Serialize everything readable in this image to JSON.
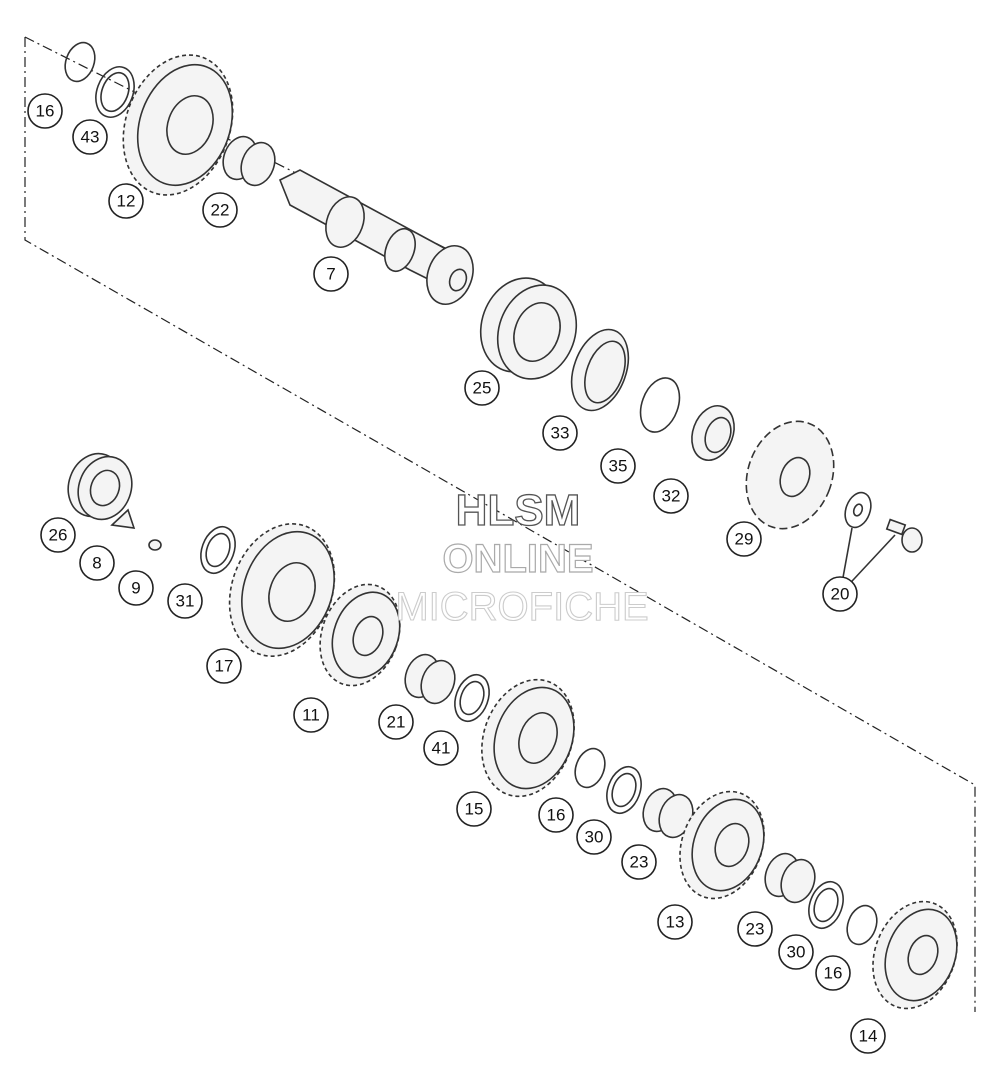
{
  "watermark": {
    "line1": "HLSM",
    "line2": "ONLINE",
    "line3": "MICROFICHE"
  },
  "callouts": [
    {
      "id": "c16a",
      "label": "16"
    },
    {
      "id": "c43",
      "label": "43"
    },
    {
      "id": "c12",
      "label": "12"
    },
    {
      "id": "c22",
      "label": "22"
    },
    {
      "id": "c7",
      "label": "7"
    },
    {
      "id": "c25",
      "label": "25"
    },
    {
      "id": "c33",
      "label": "33"
    },
    {
      "id": "c35",
      "label": "35"
    },
    {
      "id": "c32",
      "label": "32"
    },
    {
      "id": "c29",
      "label": "29"
    },
    {
      "id": "c20",
      "label": "20"
    },
    {
      "id": "c26",
      "label": "26"
    },
    {
      "id": "c8",
      "label": "8"
    },
    {
      "id": "c9",
      "label": "9"
    },
    {
      "id": "c31",
      "label": "31"
    },
    {
      "id": "c17",
      "label": "17"
    },
    {
      "id": "c11",
      "label": "11"
    },
    {
      "id": "c21",
      "label": "21"
    },
    {
      "id": "c41",
      "label": "41"
    },
    {
      "id": "c15",
      "label": "15"
    },
    {
      "id": "c16b",
      "label": "16"
    },
    {
      "id": "c30a",
      "label": "30"
    },
    {
      "id": "c23a",
      "label": "23"
    },
    {
      "id": "c13",
      "label": "13"
    },
    {
      "id": "c23b",
      "label": "23"
    },
    {
      "id": "c30b",
      "label": "30"
    },
    {
      "id": "c16c",
      "label": "16"
    },
    {
      "id": "c14",
      "label": "14"
    }
  ]
}
